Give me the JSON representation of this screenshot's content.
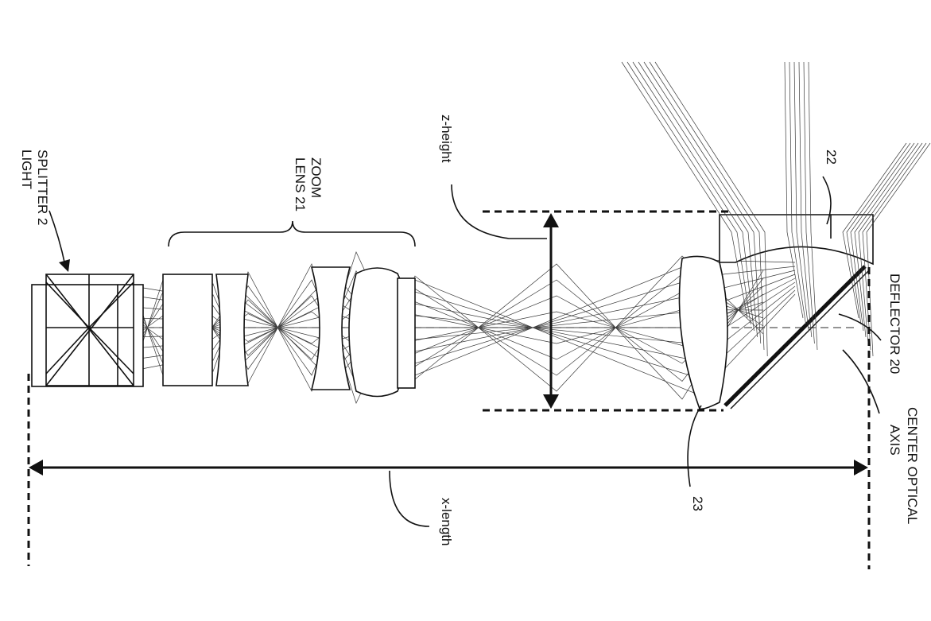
{
  "figure": {
    "labels": {
      "light_splitter": [
        "LIGHT",
        "SPLITTER 2"
      ],
      "zoom_lens": [
        "ZOOM",
        "LENS 21"
      ],
      "z_height": "z-height",
      "x_length": "x-length",
      "deflector": "DEFLECTOR 20",
      "center_optical_axis": [
        "CENTER OPTICAL",
        "AXIS"
      ],
      "element_22": "22",
      "element_23": "23"
    },
    "colors": {
      "ink": "#111111",
      "ray": "#3a3a3a",
      "background": "#ffffff"
    }
  }
}
